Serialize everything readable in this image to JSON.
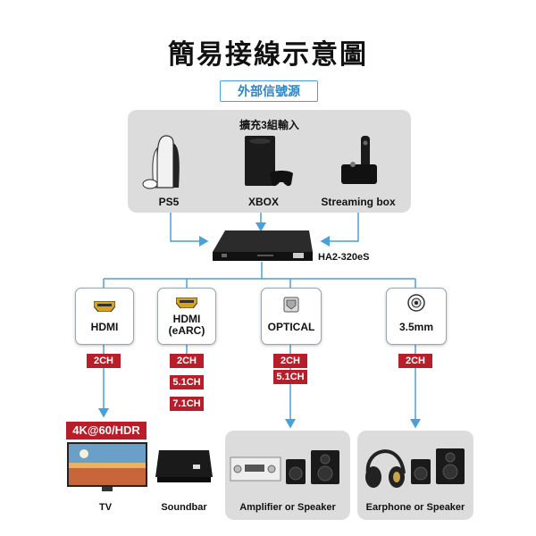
{
  "title": "簡易接線示意圖",
  "source_badge": "外部信號源",
  "expand_label": "擴充3組輸入",
  "sources": [
    {
      "label": "PS5",
      "icon": "ps5-console-icon"
    },
    {
      "label": "XBOX",
      "icon": "xbox-console-icon"
    },
    {
      "label": "Streaming box",
      "icon": "streaming-box-icon"
    }
  ],
  "device_model": "HA2-320eS",
  "ports": [
    {
      "label": "HDMI",
      "tags": [
        "2CH"
      ]
    },
    {
      "label_line1": "HDMI",
      "label_line2": "(eARC)",
      "tags": [
        "2CH",
        "5.1CH",
        "7.1CH"
      ]
    },
    {
      "label": "OPTICAL",
      "tags": [
        "2CH",
        "5.1CH"
      ]
    },
    {
      "label": "3.5mm",
      "tags": [
        "2CH"
      ]
    }
  ],
  "resolution_tag": "4K@60/HDR",
  "outputs": [
    {
      "label": "TV"
    },
    {
      "label": "Soundbar"
    },
    {
      "label": "Amplifier  or  Speaker"
    },
    {
      "label": "Earphone or Speaker"
    }
  ],
  "colors": {
    "accent_blue": "#4aa0d8",
    "tag_red": "#b81e2a",
    "panel_gray": "#dcdcdc"
  }
}
